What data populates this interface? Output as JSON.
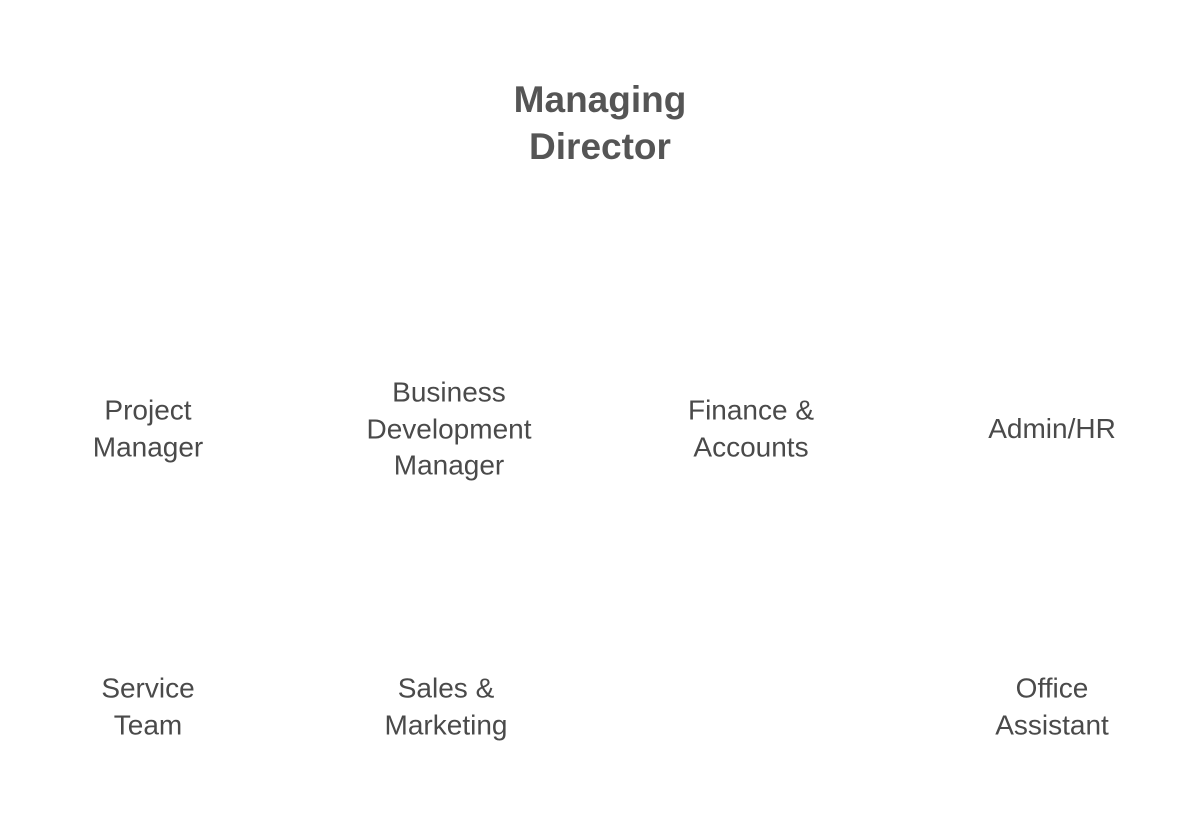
{
  "root": {
    "lines": [
      "Managing",
      "Director"
    ]
  },
  "tier1": [
    {
      "lines": [
        "Project",
        "Manager"
      ]
    },
    {
      "lines": [
        "Business",
        "Development",
        "Manager"
      ]
    },
    {
      "lines": [
        "Finance &",
        "Accounts"
      ]
    },
    {
      "lines": [
        "Admin/HR"
      ]
    }
  ],
  "tier2": [
    {
      "lines": [
        "Service",
        "Team"
      ]
    },
    {
      "lines": [
        "Sales &",
        "Marketing"
      ]
    },
    {
      "lines": [
        "Office",
        "Assistant"
      ]
    }
  ]
}
